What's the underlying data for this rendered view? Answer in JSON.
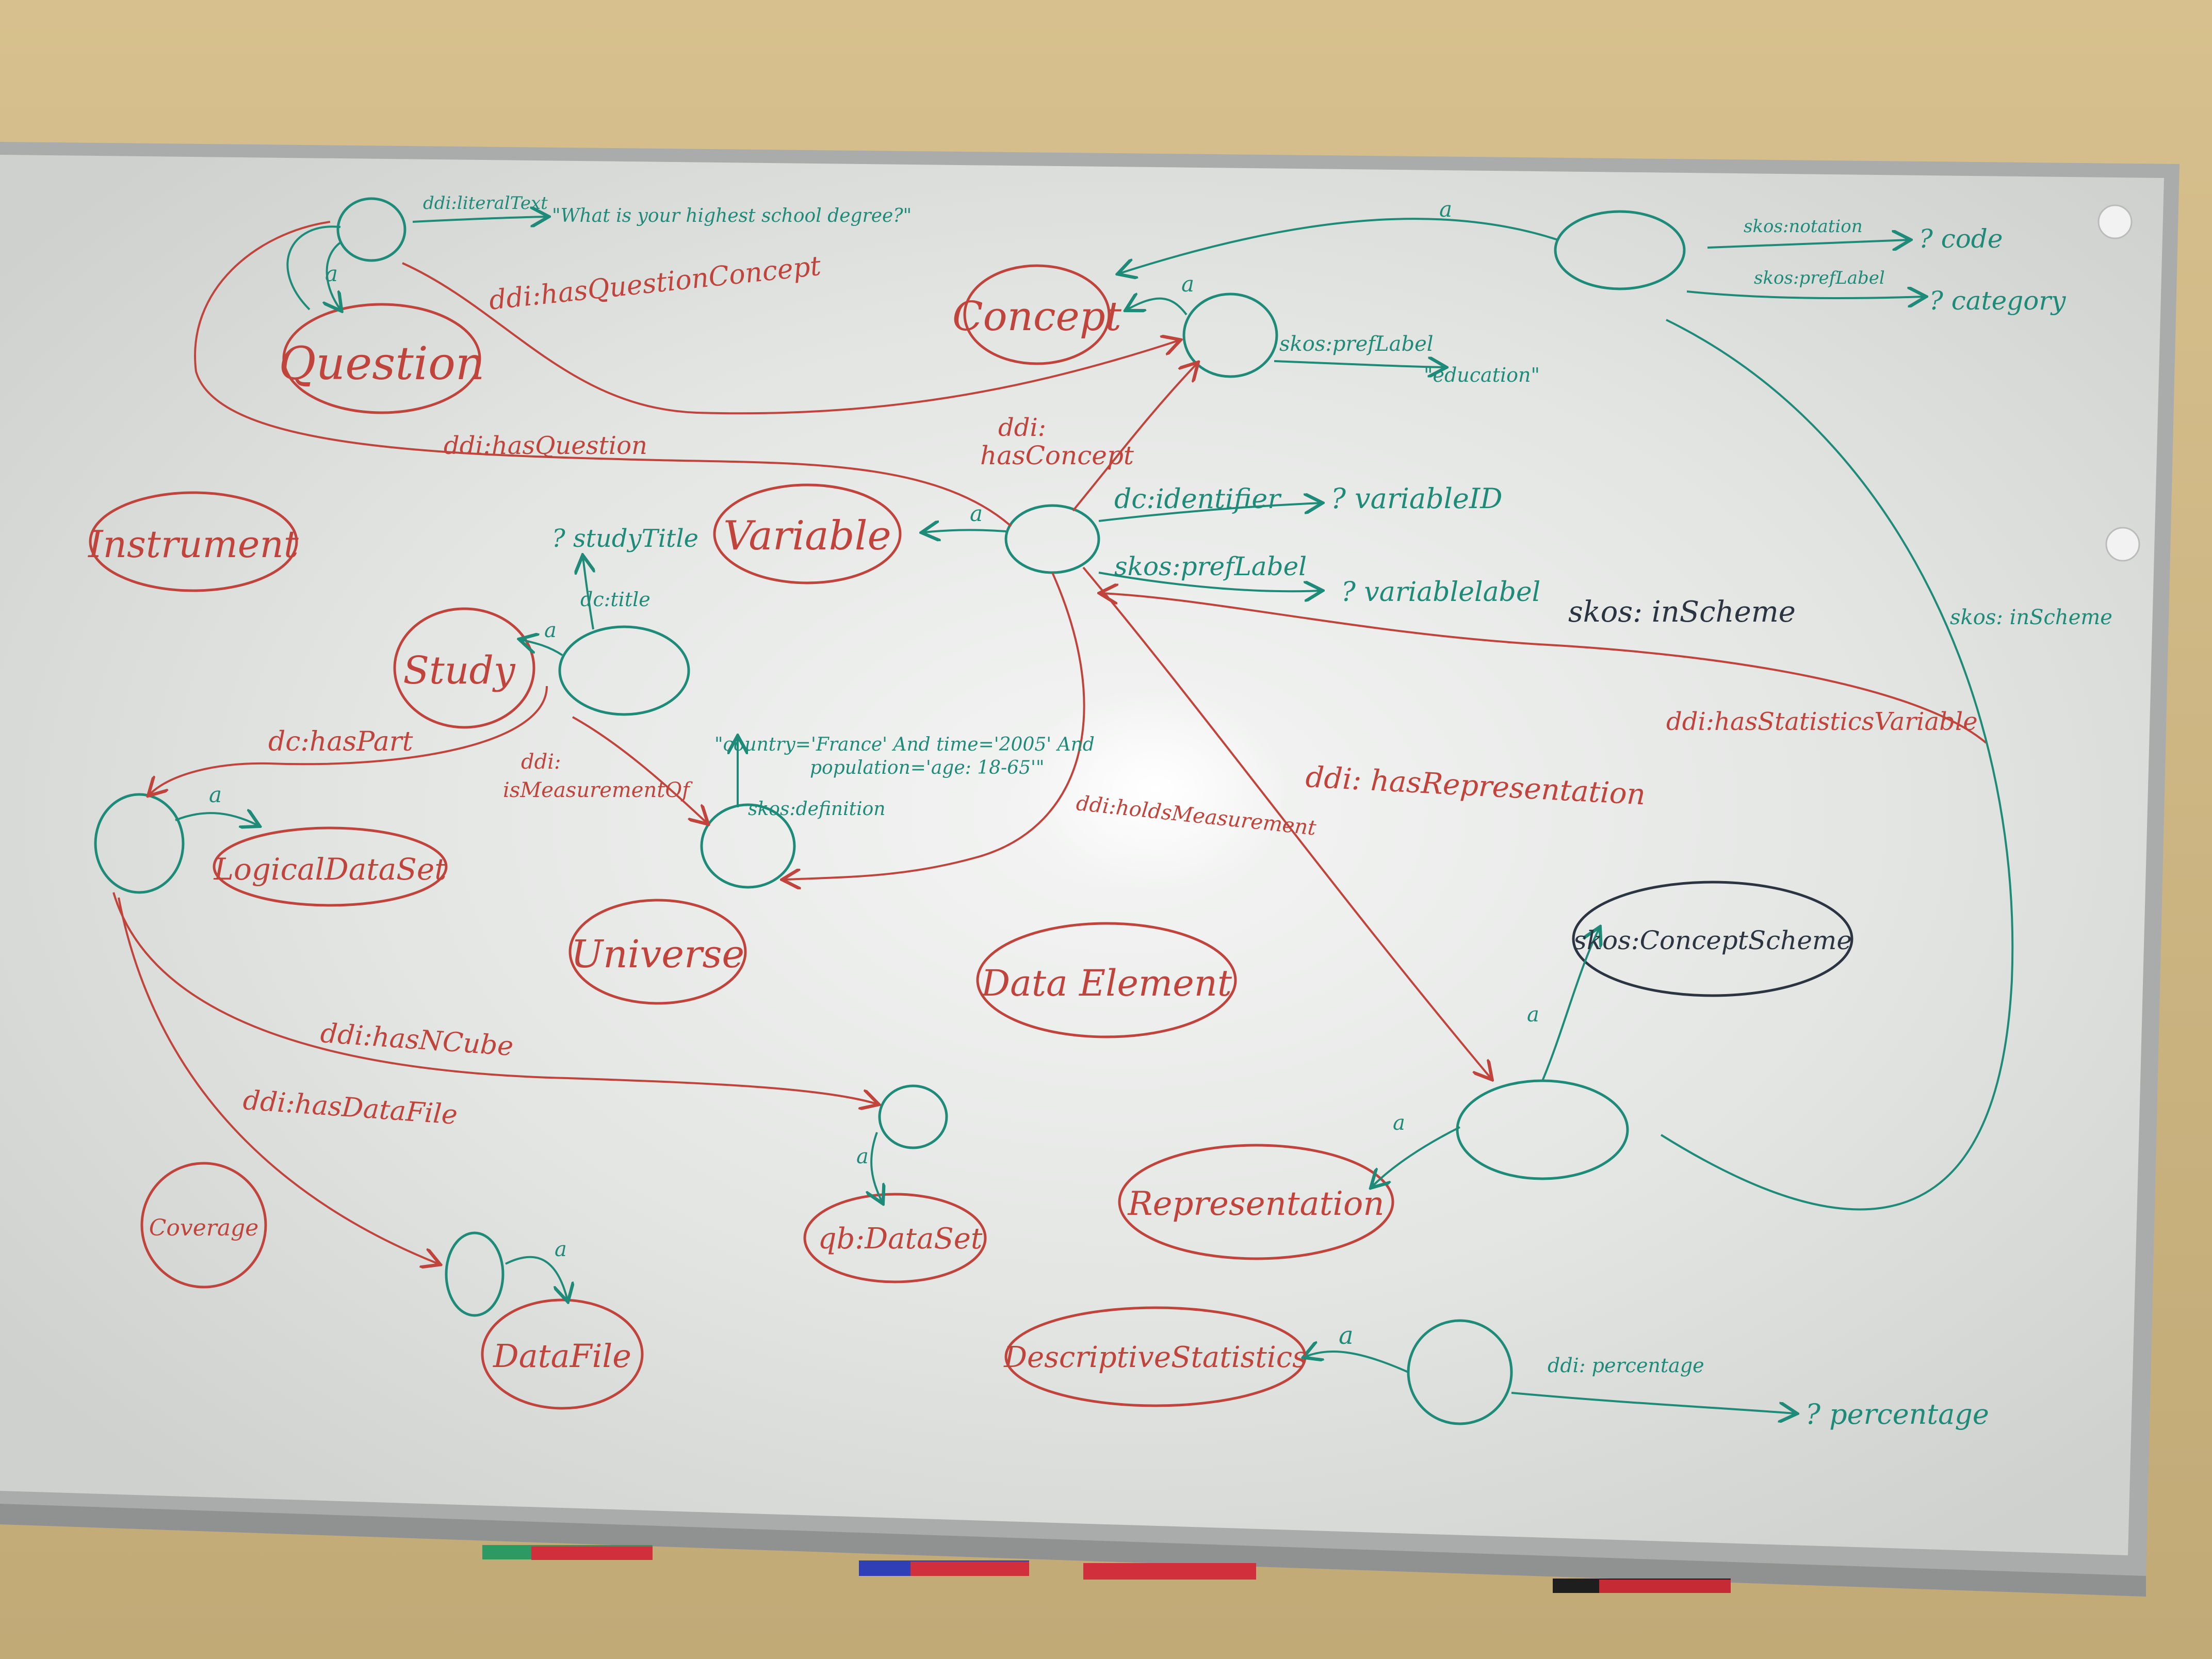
{
  "colors": {
    "wall": "#c9b27e",
    "board": "#e4e6e4",
    "red_marker": "#c0443c",
    "green_marker": "#1e8a78",
    "black_marker": "#2b3440"
  },
  "labels": {
    "question": "Question",
    "concept": "Concept",
    "instrument": "Instrument",
    "variable": "Variable",
    "study": "Study",
    "logical_data_set": "LogicalDataSet",
    "universe": "Universe",
    "data_element": "Data Element",
    "concept_scheme": "skos:ConceptScheme",
    "representation": "Representation",
    "coverage": "Coverage",
    "qb_dataset": "qb:DataSet",
    "data_file": "DataFile",
    "descriptive_statistics": "DescriptiveStatistics"
  },
  "properties": {
    "literal_text": "ddi:literalText",
    "question_text": "\"What is your highest school degree?\"",
    "has_question_concept": "ddi:hasQuestionConcept",
    "has_question": "ddi:hasQuestion",
    "skos_notation": "skos:notation",
    "code": "? code",
    "skos_preflabel_top": "skos:prefLabel",
    "category": "? category",
    "skos_preflabel_concept": "skos:prefLabel",
    "education": "\"education\"",
    "has_concept_1": "ddi:",
    "has_concept_2": "hasConcept",
    "dc_identifier": "dc:identifier",
    "variable_id": "? variableID",
    "skos_preflabel_var": "skos:prefLabel",
    "variable_label": "? variablelabel",
    "in_scheme_black": "skos: inScheme",
    "in_scheme_right": "skos: inScheme",
    "study_title": "? studyTitle",
    "dc_title": "dc:title",
    "has_statistics_variable": "ddi:hasStatisticsVariable",
    "dc_has_part": "dc:hasPart",
    "is_measurement_of_1": "ddi:",
    "is_measurement_of_2": "isMeasurementOf",
    "universe_def_1": "\"country='France' And time='2005' And",
    "universe_def_2": "population='age: 18-65'\"",
    "skos_definition": "skos:definition",
    "holds_measurement": "ddi:holdsMeasurement",
    "has_representation": "ddi: hasRepresentation",
    "has_ncube": "ddi:hasNCube",
    "has_data_file": "ddi:hasDataFile",
    "percentage_prop": "ddi: percentage",
    "percentage": "? percentage",
    "a": "a"
  }
}
